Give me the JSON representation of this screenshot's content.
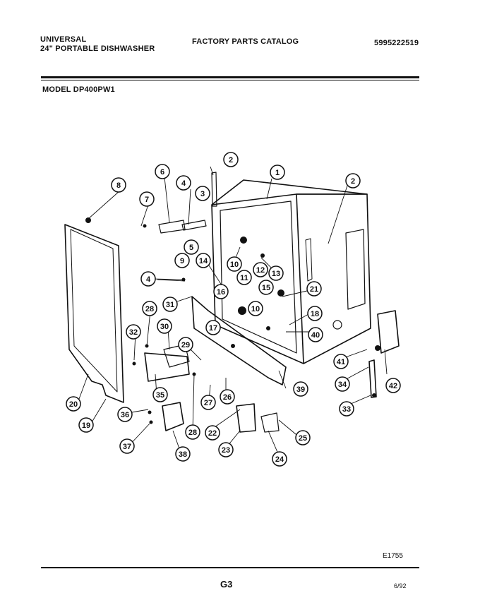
{
  "header": {
    "brand": "UNIVERSAL",
    "product": "24\" PORTABLE DISHWASHER",
    "catalog": "FACTORY PARTS CATALOG",
    "part_number": "5995222519"
  },
  "model": {
    "label": "MODEL",
    "value": "DP400PW1"
  },
  "footer": {
    "drawing_code": "E1755",
    "page": "G3",
    "date": "6/92"
  },
  "callouts": [
    "1",
    "2",
    "2",
    "3",
    "4",
    "4",
    "5",
    "6",
    "7",
    "8",
    "9",
    "10",
    "10",
    "11",
    "12",
    "13",
    "14",
    "15",
    "16",
    "17",
    "18",
    "19",
    "20",
    "21",
    "22",
    "23",
    "24",
    "25",
    "26",
    "27",
    "28",
    "28",
    "29",
    "30",
    "31",
    "32",
    "33",
    "34",
    "35",
    "36",
    "37",
    "38",
    "39",
    "40",
    "41",
    "42"
  ]
}
